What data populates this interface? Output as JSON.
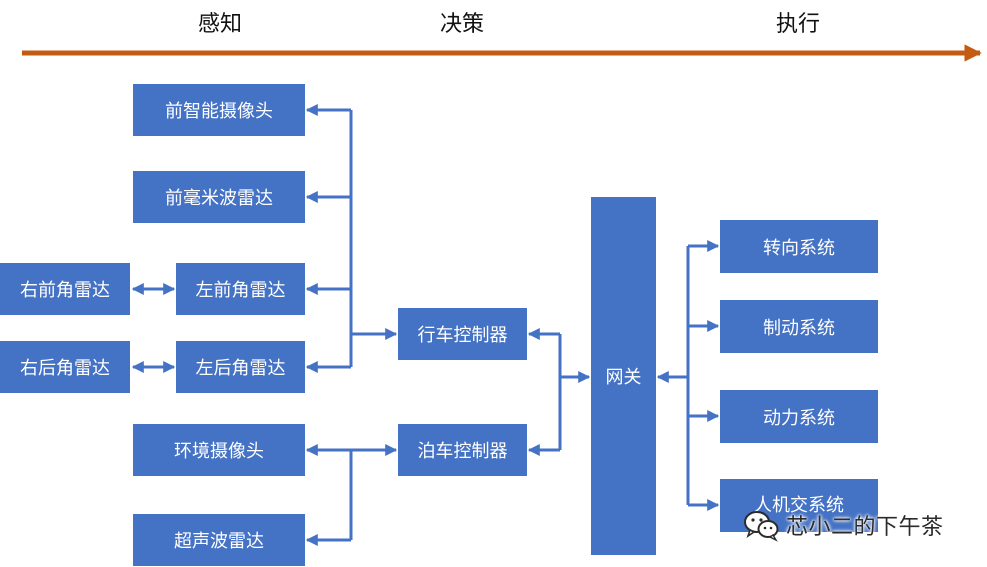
{
  "phases": {
    "perception": "感知",
    "decision": "决策",
    "execution": "执行"
  },
  "colors": {
    "arrow_bar": "#c55a11",
    "box_fill": "#4472c4",
    "connector": "#4472c4",
    "box_text": "#ffffff"
  },
  "perception": {
    "front_smart_camera": "前智能摄像头",
    "front_mmwave_radar": "前毫米波雷达",
    "right_front_corner_radar": "右前角雷达",
    "left_front_corner_radar": "左前角雷达",
    "right_rear_corner_radar": "右后角雷达",
    "left_rear_corner_radar": "左后角雷达",
    "surround_camera": "环境摄像头",
    "ultrasonic_radar": "超声波雷达"
  },
  "decision": {
    "driving_controller": "行车控制器",
    "parking_controller": "泊车控制器",
    "gateway": "网关"
  },
  "execution": {
    "steering": "转向系统",
    "braking": "制动系统",
    "powertrain": "动力系统",
    "hmi": "人机交系统"
  },
  "watermark": {
    "icon": "wechat-icon",
    "text": "芯小二的下午茶"
  }
}
